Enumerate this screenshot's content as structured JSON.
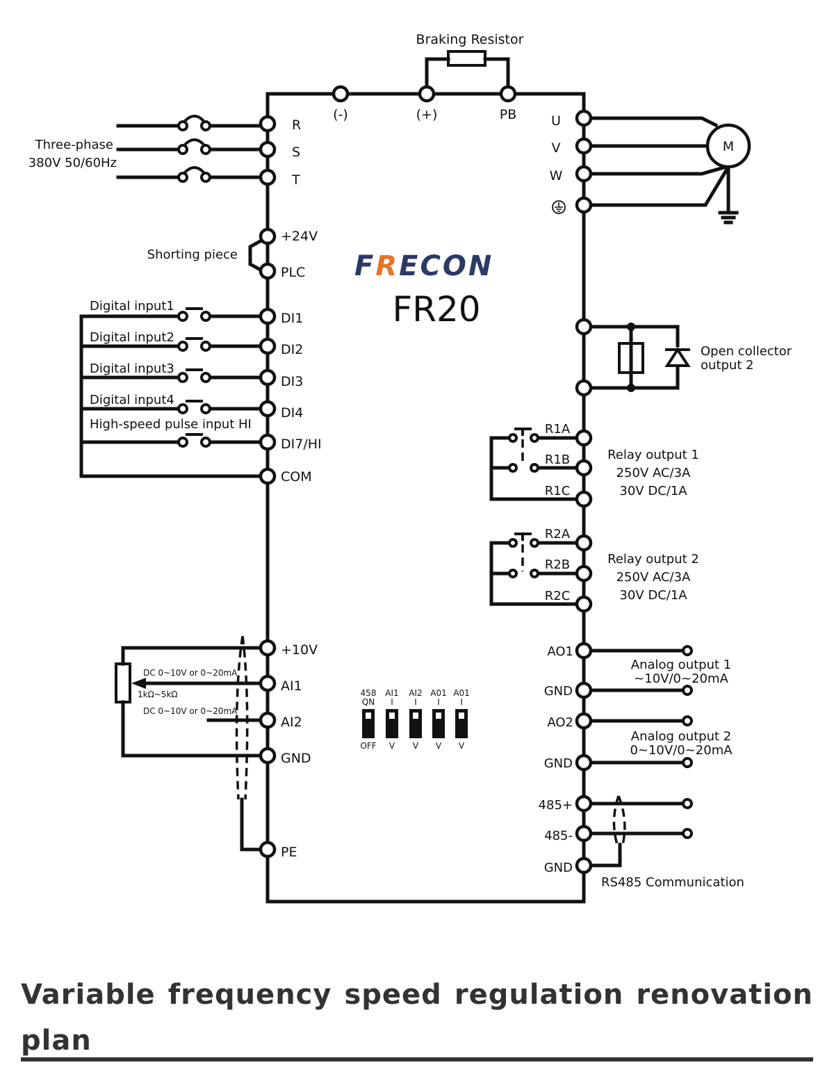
{
  "title": "Variable frequency speed regulation renovation plan",
  "brand": {
    "logo_first": "F",
    "logo_accent": "R",
    "logo_rest": "ECON",
    "model": "FR20",
    "logo_color": "#2b3a67",
    "accent_color": "#e8742a"
  },
  "braking": {
    "label": "Braking Resistor",
    "terminals": [
      "(-)",
      "(+)",
      "PB"
    ]
  },
  "power_input": {
    "label_line1": "Three-phase",
    "label_line2": "380V 50/60Hz",
    "terminals": [
      "R",
      "S",
      "T"
    ]
  },
  "motor": {
    "label": "M",
    "terminals": [
      "U",
      "V",
      "W"
    ],
    "ground_symbol": "⏚"
  },
  "shorting": {
    "label": "Shorting piece",
    "terminals": [
      "+24V",
      "PLC"
    ]
  },
  "digital_inputs": {
    "labels": [
      "Digital input1",
      "Digital input2",
      "Digital input3",
      "Digital input4",
      "High-speed pulse input HI"
    ],
    "terminals": [
      "DI1",
      "DI2",
      "DI3",
      "DI4",
      "DI7/HI",
      "COM"
    ]
  },
  "open_collector": {
    "label_line1": "Open collector",
    "label_line2": "output 2"
  },
  "relay1": {
    "terminals": [
      "R1A",
      "R1B",
      "R1C"
    ],
    "line1": "Relay output 1",
    "line2": "250V AC/3A",
    "line3": "30V DC/1A"
  },
  "relay2": {
    "terminals": [
      "R2A",
      "R2B",
      "R2C"
    ],
    "line1": "Relay output 2",
    "line2": "250V AC/3A",
    "line3": "30V DC/1A"
  },
  "analog_inputs": {
    "terminals": [
      "+10V",
      "AI1",
      "AI2",
      "GND",
      "PE"
    ],
    "ai1_note": "DC 0~10V or 0~20mA",
    "ai2_note": "DC 0~10V or 0~20mA",
    "pot_note": "1kΩ~5kΩ"
  },
  "dip_switches": [
    {
      "top1": "458",
      "top2": "QN",
      "bottom": "OFF"
    },
    {
      "top1": "AI1",
      "top2": "I",
      "bottom": "V"
    },
    {
      "top1": "AI2",
      "top2": "I",
      "bottom": "V"
    },
    {
      "top1": "A01",
      "top2": "I",
      "bottom": "V"
    },
    {
      "top1": "A01",
      "top2": "I",
      "bottom": "V"
    }
  ],
  "analog_outputs": {
    "terminals": [
      "AO1",
      "GND",
      "AO2",
      "GND"
    ],
    "ao1_line1": "Analog output 1",
    "ao1_line2": "~10V/0~20mA",
    "ao2_line1": "Analog output 2",
    "ao2_line2": "0~10V/0~20mA"
  },
  "rs485": {
    "terminals": [
      "485+",
      "485-",
      "GND"
    ],
    "label": "RS485 Communication"
  }
}
